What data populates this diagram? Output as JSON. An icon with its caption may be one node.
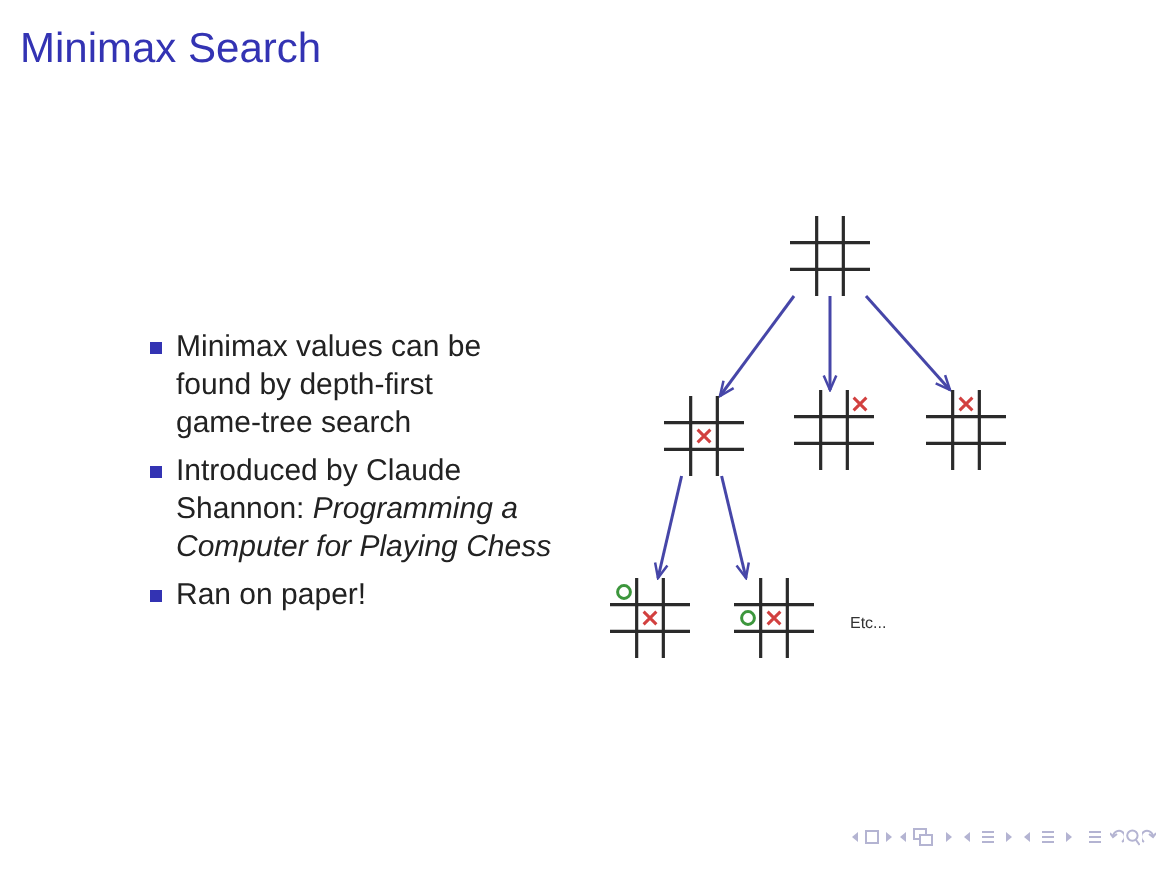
{
  "diagram": {
    "title": "Minimax Search",
    "nodes": [
      {
        "text": [],
        "shape": "picture"
      },
      {
        "text": [],
        "shape": "picture"
      },
      {
        "text": [],
        "shape": "picture"
      },
      {
        "text": [],
        "shape": "picture"
      },
      {
        "text": [],
        "shape": "picture"
      },
      {
        "text": [],
        "shape": "picture"
      }
    ],
    "edges": [
      {
        "from": 0,
        "to": 1,
        "arrow": "to"
      },
      {
        "from": 0,
        "to": 2,
        "arrow": "to"
      },
      {
        "from": 0,
        "to": 3,
        "arrow": "to"
      },
      {
        "from": 1,
        "to": 4,
        "arrow": "to"
      },
      {
        "from": 1,
        "to": 5,
        "arrow": "to"
      }
    ],
    "labels": [
      "Minimax values can be found by depth-first game-tree search",
      "Introduced by Claude Shannon: *Programming a Computer for Playing Chess*",
      "Ran on paper!",
      "Etc..."
    ]
  }
}
